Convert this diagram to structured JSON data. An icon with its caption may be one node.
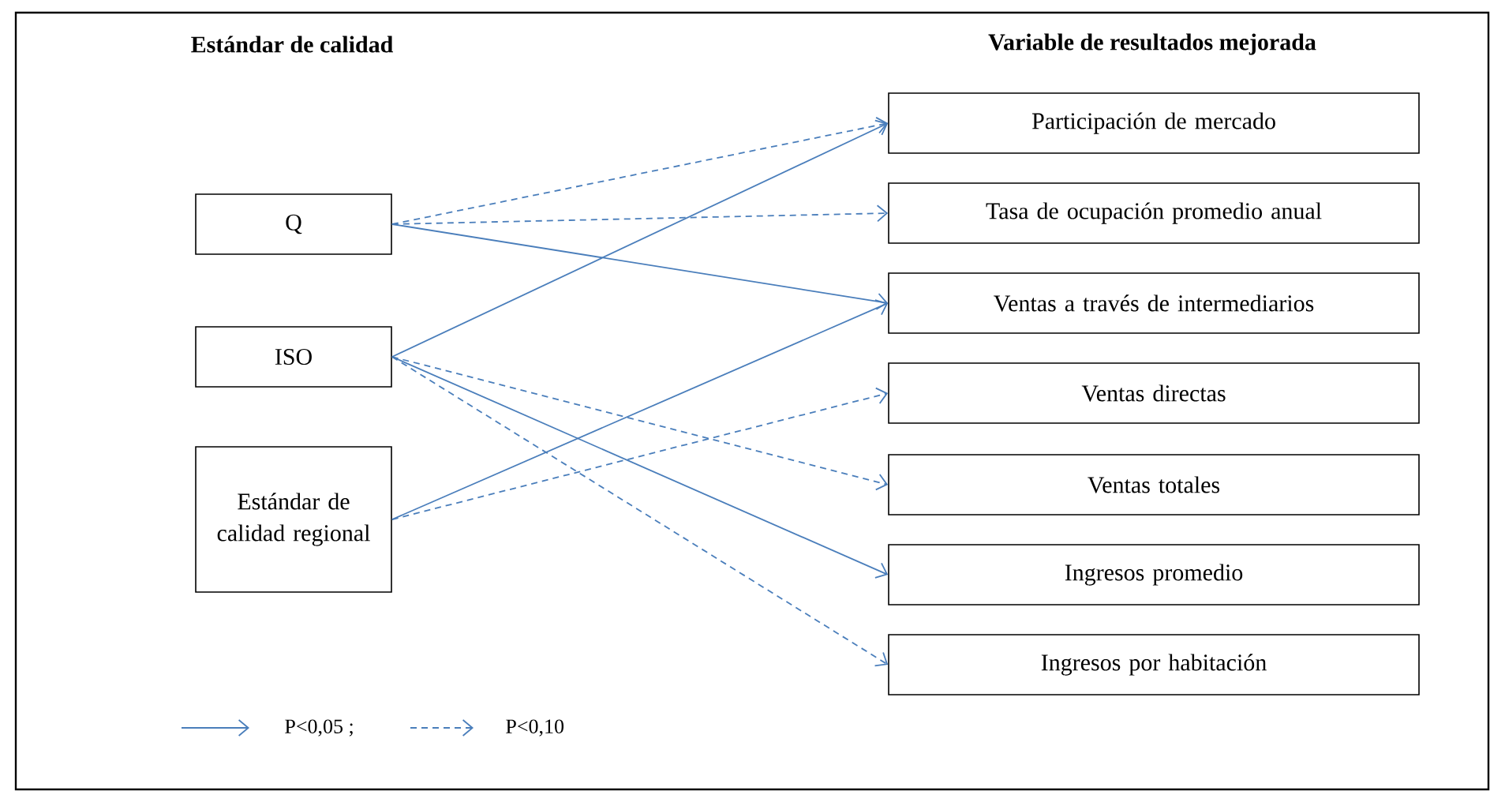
{
  "diagram": {
    "nodes": [
      {
        "text": [
          "Q"
        ]
      },
      {
        "text": [
          "ISO"
        ]
      },
      {
        "text": [
          "Estándar de calidad regional"
        ]
      },
      {
        "text": [
          "Participación de mercado"
        ]
      },
      {
        "text": [
          "Tasa de ocupación promedio anual"
        ]
      },
      {
        "text": [
          "Ventas a través de intermediarios"
        ]
      },
      {
        "text": [
          "Ventas directas"
        ]
      },
      {
        "text": [
          "Ventas totales"
        ]
      },
      {
        "text": [
          "Ingresos promedio"
        ]
      },
      {
        "text": [
          "Ingresos por habitación"
        ]
      }
    ],
    "edges": [
      {
        "from": 0,
        "to": 3,
        "arrow": "to",
        "style": "dashed"
      },
      {
        "from": 0,
        "to": 4,
        "arrow": "to",
        "style": "dashed"
      },
      {
        "from": 0,
        "to": 5,
        "arrow": "to"
      },
      {
        "from": 1,
        "to": 3,
        "arrow": "to"
      },
      {
        "from": 1,
        "to": 7,
        "arrow": "to",
        "style": "dashed"
      },
      {
        "from": 1,
        "to": 8,
        "arrow": "to"
      },
      {
        "from": 1,
        "to": 9,
        "arrow": "to",
        "style": "dashed"
      },
      {
        "from": 2,
        "to": 5,
        "arrow": "to"
      },
      {
        "from": 2,
        "to": 6,
        "arrow": "to",
        "style": "dashed"
      }
    ],
    "labels": [
      "Estándar de calidad",
      "Variable de resultados mejorada"
    ],
    "legend": [
      {
        "text": "P<0,05 ;"
      },
      {
        "text": "P<0,10"
      }
    ]
  }
}
